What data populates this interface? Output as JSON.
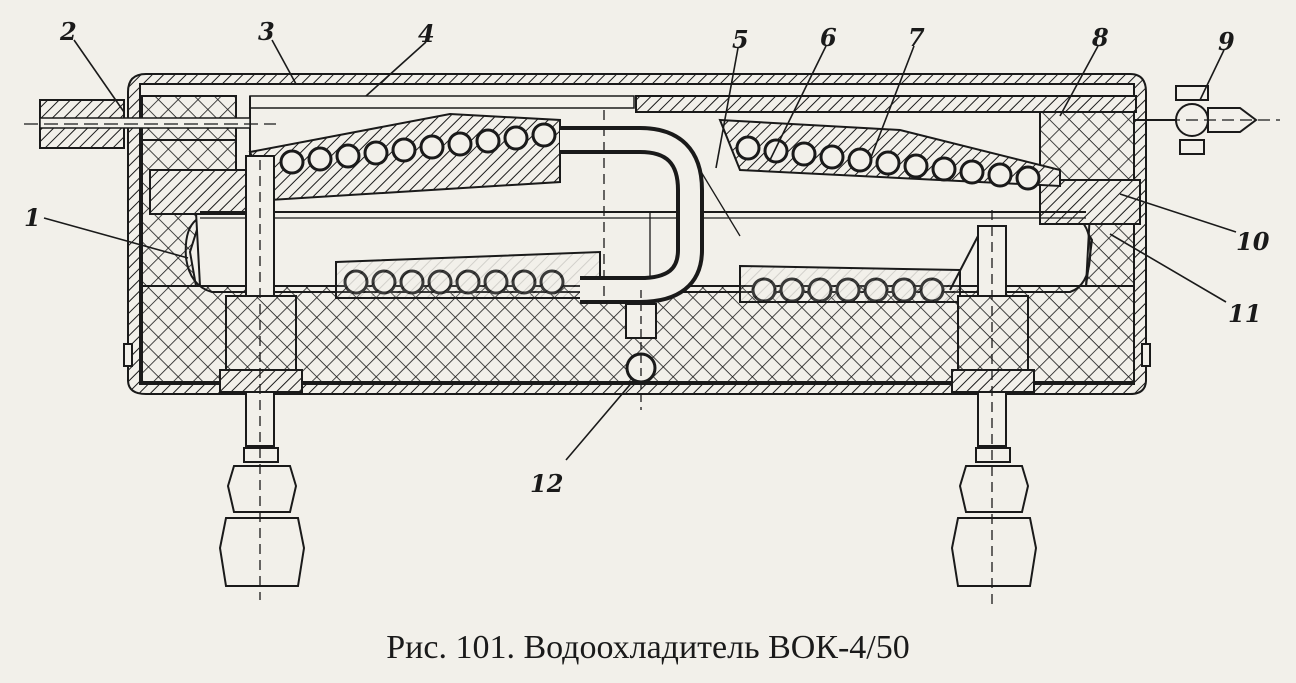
{
  "figure": {
    "caption": "Рис. 101. Водоохладитель ВОК-4/50",
    "callouts": [
      "1",
      "2",
      "3",
      "4",
      "5",
      "6",
      "7",
      "8",
      "9",
      "10",
      "11",
      "12"
    ]
  }
}
